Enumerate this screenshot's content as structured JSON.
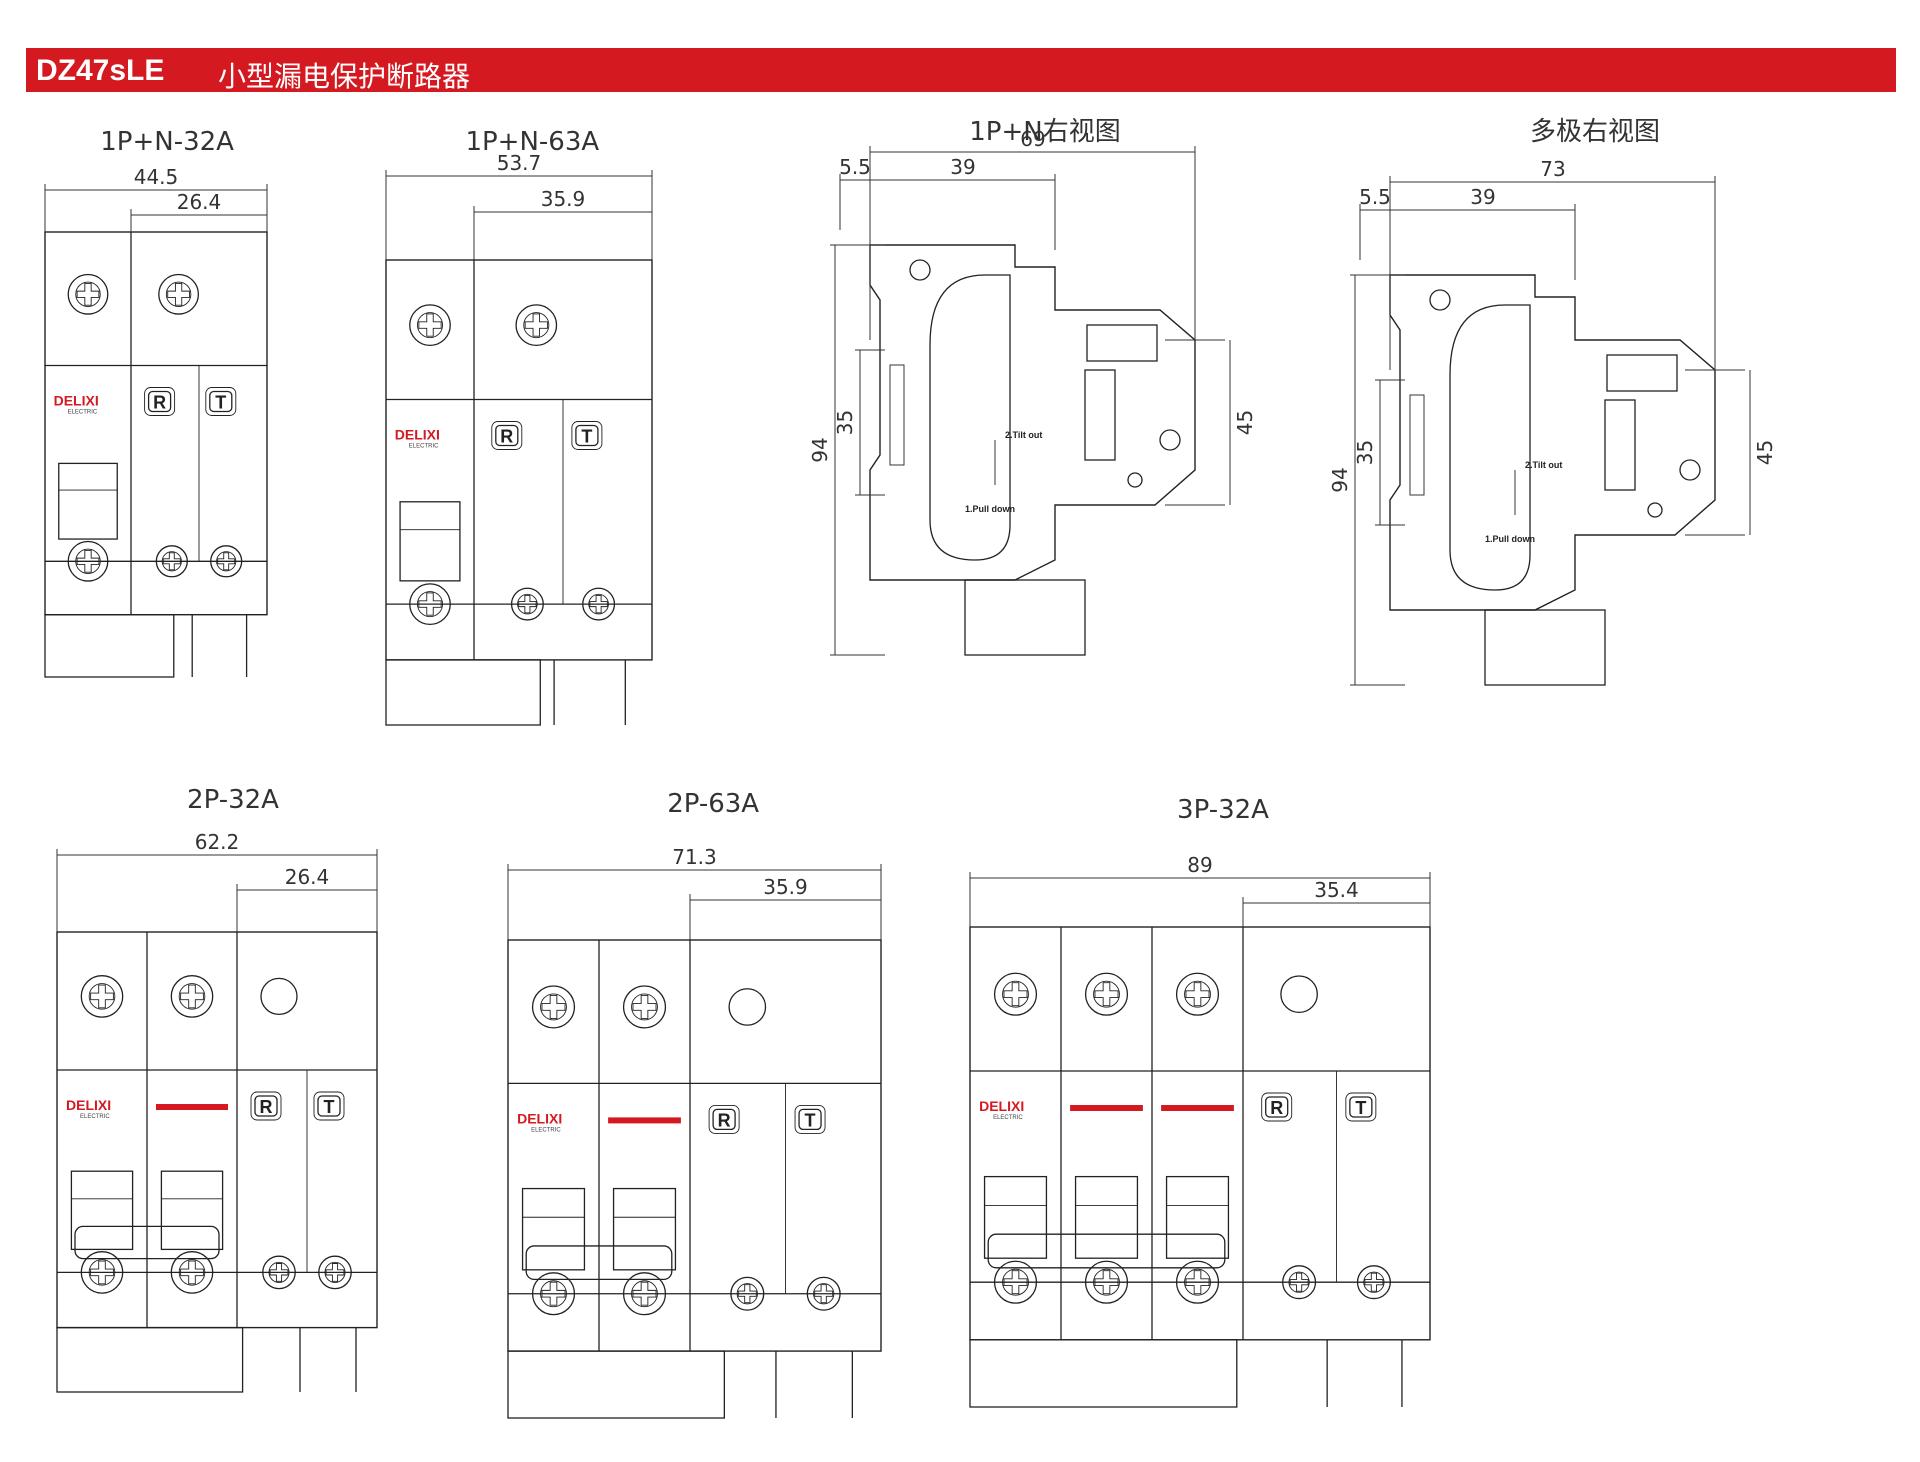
{
  "header": {
    "model": "DZ47sLE",
    "title": "小型漏电保护断路器",
    "background_color": "#d51920"
  },
  "brand": {
    "name": "DELIXI",
    "sub": "ELECTRIC",
    "accent_color": "#d51920"
  },
  "buttons": {
    "reset": "R",
    "test": "T"
  },
  "side_labels": {
    "tilt": "2.Tilt out",
    "pull": "1.Pull down"
  },
  "views": {
    "v1p32": {
      "title": "1P+N-32A",
      "dims": [
        "44.5",
        "26.4"
      ]
    },
    "v1p63": {
      "title": "1P+N-63A",
      "dims": [
        "53.7",
        "35.9"
      ]
    },
    "side1p": {
      "title": "1P+N右视图",
      "dims": [
        "5.5",
        "39",
        "69",
        "94",
        "35",
        "45"
      ]
    },
    "sidemp": {
      "title": "多极右视图",
      "dims": [
        "5.5",
        "39",
        "73",
        "94",
        "35",
        "45"
      ]
    },
    "v2p32": {
      "title": "2P-32A",
      "dims": [
        "62.2",
        "26.4"
      ]
    },
    "v2p63": {
      "title": "2P-63A",
      "dims": [
        "71.3",
        "35.9"
      ]
    },
    "v3p32": {
      "title": "3P-32A",
      "dims": [
        "89",
        "35.4"
      ]
    }
  }
}
